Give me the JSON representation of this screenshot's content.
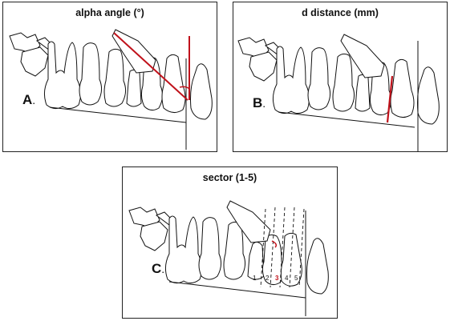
{
  "panels": {
    "a": {
      "title": "alpha angle (°)",
      "letter": "A",
      "dot": "."
    },
    "b": {
      "title": "d distance (mm)",
      "letter": "B",
      "dot": "."
    },
    "c": {
      "title": "sector (1-5)",
      "letter": "C",
      "dot": ".",
      "sectors": [
        "1",
        "2",
        "3",
        "4",
        "5"
      ],
      "highlighted_sector": "3"
    }
  },
  "colors": {
    "accent": "#c0121b",
    "line": "#111111",
    "background": "#ffffff"
  }
}
